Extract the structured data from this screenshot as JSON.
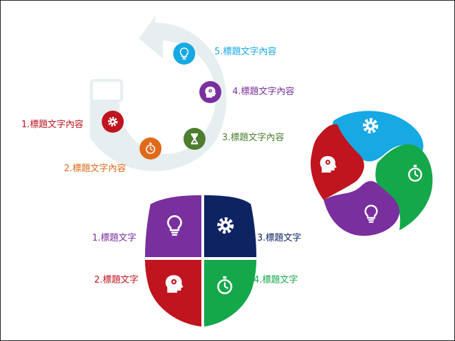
{
  "colors": {
    "red": "#c0141e",
    "orange": "#e06a1a",
    "olive": "#4e7d2e",
    "purple": "#7a2f9e",
    "blue": "#16a9e4",
    "navy": "#0e2462",
    "green": "#14a84b",
    "arrow_bg": "#e6eef0"
  },
  "cycle": {
    "labels": [
      {
        "text": "1.標題文字內容",
        "color": "#c0141e",
        "icon": "gear-icon"
      },
      {
        "text": "2.標題文字內容",
        "color": "#e06a1a",
        "icon": "stopwatch-icon"
      },
      {
        "text": "3.標題文字內容",
        "color": "#4e7d2e",
        "icon": "hourglass-icon"
      },
      {
        "text": "4.標題文字內容",
        "color": "#7a2f9e",
        "icon": "head-gears-icon"
      },
      {
        "text": "5.標題文字內容",
        "color": "#16a9e4",
        "icon": "lightbulb-icon"
      }
    ]
  },
  "shield": {
    "labels": [
      {
        "text": "1.標題文字",
        "color": "#7a2f9e",
        "icon": "lightbulb-icon"
      },
      {
        "text": "2.標題文字",
        "color": "#c0141e",
        "icon": "head-gears-icon"
      },
      {
        "text": "3.標題文字",
        "color": "#0e2462",
        "icon": "gear-icon"
      },
      {
        "text": "4.標題文字",
        "color": "#14a84b",
        "icon": "stopwatch-icon"
      }
    ]
  },
  "flower": {
    "petals": [
      {
        "color": "#16a9e4",
        "icon": "gear-icon"
      },
      {
        "color": "#14a84b",
        "icon": "stopwatch-icon"
      },
      {
        "color": "#7a2f9e",
        "icon": "lightbulb-icon"
      },
      {
        "color": "#c0141e",
        "icon": "head-gears-icon"
      }
    ]
  }
}
